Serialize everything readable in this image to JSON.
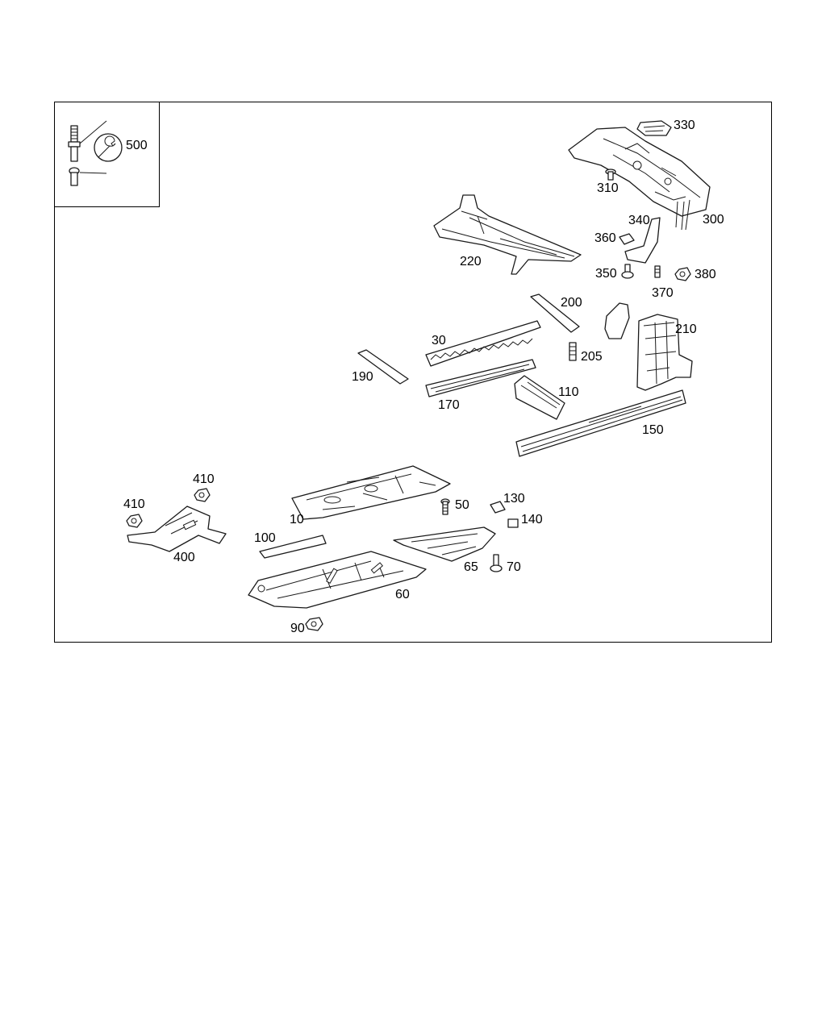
{
  "labels": {
    "p500": "500",
    "p330": "330",
    "p310": "310",
    "p300": "300",
    "p340": "340",
    "p360": "360",
    "p350": "350",
    "p370": "370",
    "p380": "380",
    "p220": "220",
    "p200": "200",
    "p210": "210",
    "p30": "30",
    "p205": "205",
    "p190": "190",
    "p170": "170",
    "p110": "110",
    "p150": "150",
    "p410a": "410",
    "p410b": "410",
    "p130": "130",
    "p50": "50",
    "p140": "140",
    "p10": "10",
    "p400": "400",
    "p100": "100",
    "p65": "65",
    "p70": "70",
    "p60": "60",
    "p90": "90"
  },
  "icons": {
    "tool": "wrench-icon"
  }
}
